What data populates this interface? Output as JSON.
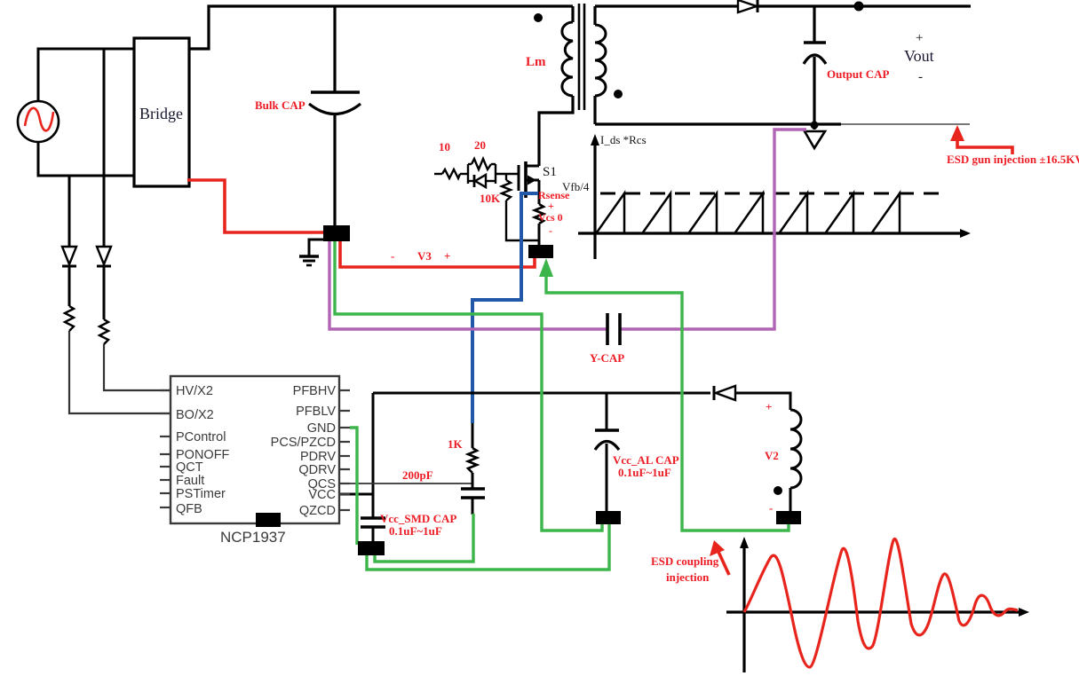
{
  "colors": {
    "wire_black": "#000000",
    "wire_red": "#e8251d",
    "wire_green": "#3cb54a",
    "wire_blue": "#2158a8",
    "wire_purple": "#b164b4",
    "label_red": "#ed1c24",
    "ic_gray": "#3a3a3a"
  },
  "input": {
    "bridge": "Bridge"
  },
  "primary": {
    "bulk_cap": "Bulk CAP",
    "lm": "Lm",
    "v3_minus": "-",
    "v3": "V3",
    "v3_plus": "+"
  },
  "gate": {
    "r_series": "10",
    "r_parallel": "20",
    "r_pulldown": "10K",
    "mosfet": "S1"
  },
  "sense": {
    "rsense": "Rsense",
    "plus": "+",
    "vcs": "Vcs 0",
    "minus": "-"
  },
  "cs_waveform": {
    "type": "line",
    "ylabel": "I_ds *Rcs",
    "threshold_label": "Vfb/4",
    "ramp_count": 7,
    "description": "peak-current sawtooth ramps clipped at Vfb/4 threshold"
  },
  "output": {
    "cap": "Output CAP",
    "plus": "+",
    "vout": "Vout",
    "minus": "-",
    "esd_gun": "ESD gun injection  ±16.5KV"
  },
  "ycap": {
    "label": "Y-CAP"
  },
  "ic": {
    "part": "NCP1937",
    "left_pins": [
      "HV/X2",
      "BO/X2",
      "PControl",
      "PONOFF",
      "QCT",
      "Fault",
      "PSTimer",
      "QFB"
    ],
    "right_pins": [
      "PFBHV",
      "PFBLV",
      "GND",
      "PCS/PZCD",
      "PDRV",
      "QDRV",
      "QCS",
      "VCC",
      "QZCD"
    ]
  },
  "aux": {
    "r1k": "1K",
    "c200": "200pF",
    "vcc_smd": "Vcc_SMD CAP",
    "vcc_smd_val": "0.1uF~1uF",
    "vcc_al": "Vcc_AL CAP",
    "vcc_al_val": "0.1uF~1uF",
    "v2": "V2",
    "v2_plus": "+",
    "v2_minus": "-"
  },
  "esd_coupling": {
    "line1": "ESD coupling",
    "line2": "injection",
    "waveform": "damped ringing oscillation injected at ground pad"
  }
}
